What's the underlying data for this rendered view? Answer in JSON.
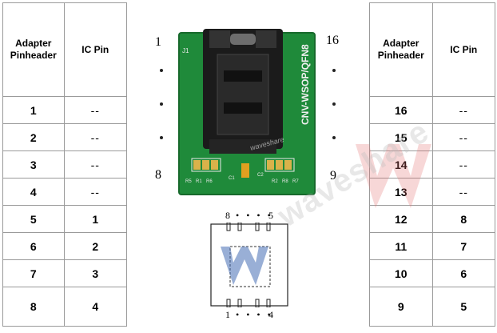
{
  "left_table": {
    "header_adapter": "Adapter\nPinheader",
    "header_ic": "IC Pin",
    "rows": [
      {
        "adapter": "1",
        "ic": "--"
      },
      {
        "adapter": "2",
        "ic": "--"
      },
      {
        "adapter": "3",
        "ic": "--"
      },
      {
        "adapter": "4",
        "ic": "--"
      },
      {
        "adapter": "5",
        "ic": "1"
      },
      {
        "adapter": "6",
        "ic": "2"
      },
      {
        "adapter": "7",
        "ic": "3"
      },
      {
        "adapter": "8",
        "ic": "4"
      }
    ]
  },
  "right_table": {
    "header_adapter": "Adapter\nPinheader",
    "header_ic": "IC Pin",
    "rows": [
      {
        "adapter": "16",
        "ic": "--"
      },
      {
        "adapter": "15",
        "ic": "--"
      },
      {
        "adapter": "14",
        "ic": "--"
      },
      {
        "adapter": "13",
        "ic": "--"
      },
      {
        "adapter": "12",
        "ic": "8"
      },
      {
        "adapter": "11",
        "ic": "7"
      },
      {
        "adapter": "10",
        "ic": "6"
      },
      {
        "adapter": "9",
        "ic": "5"
      }
    ]
  },
  "board": {
    "pin_top_left": "1",
    "pin_top_right": "16",
    "pin_bottom_left": "8",
    "pin_bottom_right": "9",
    "silkscreen": "CNV-WSOP/QFN8",
    "ref_j1": "J1",
    "ref_labels": [
      "R5",
      "R1",
      "R6",
      "C1",
      "C2",
      "R2",
      "R8",
      "R7"
    ],
    "watermark": "waveshare"
  },
  "ic_diagram": {
    "top_left": "8",
    "top_right": "5",
    "bottom_left": "1",
    "bottom_right": "4",
    "dots_top": "• • • •",
    "dots_bottom": "• • • •"
  },
  "brand_watermark": "waveshare",
  "colors": {
    "pcb_green": "#1f8a3a",
    "socket_black": "#1b1b1b",
    "border_gray": "#9a9a9a",
    "watermark_red": "#e59a9a"
  }
}
